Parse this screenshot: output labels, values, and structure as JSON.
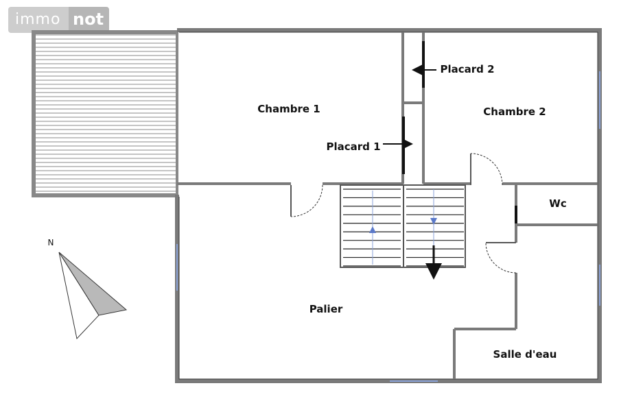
{
  "logo": {
    "part1": "immo",
    "part2": "not"
  },
  "rooms": {
    "chambre1": "Chambre 1",
    "chambre2": "Chambre 2",
    "placard1": "Placard 1",
    "placard2": "Placard 2",
    "wc": "Wc",
    "palier": "Palier",
    "salle_deau": "Salle d'eau"
  },
  "compass": {
    "label": "N"
  }
}
